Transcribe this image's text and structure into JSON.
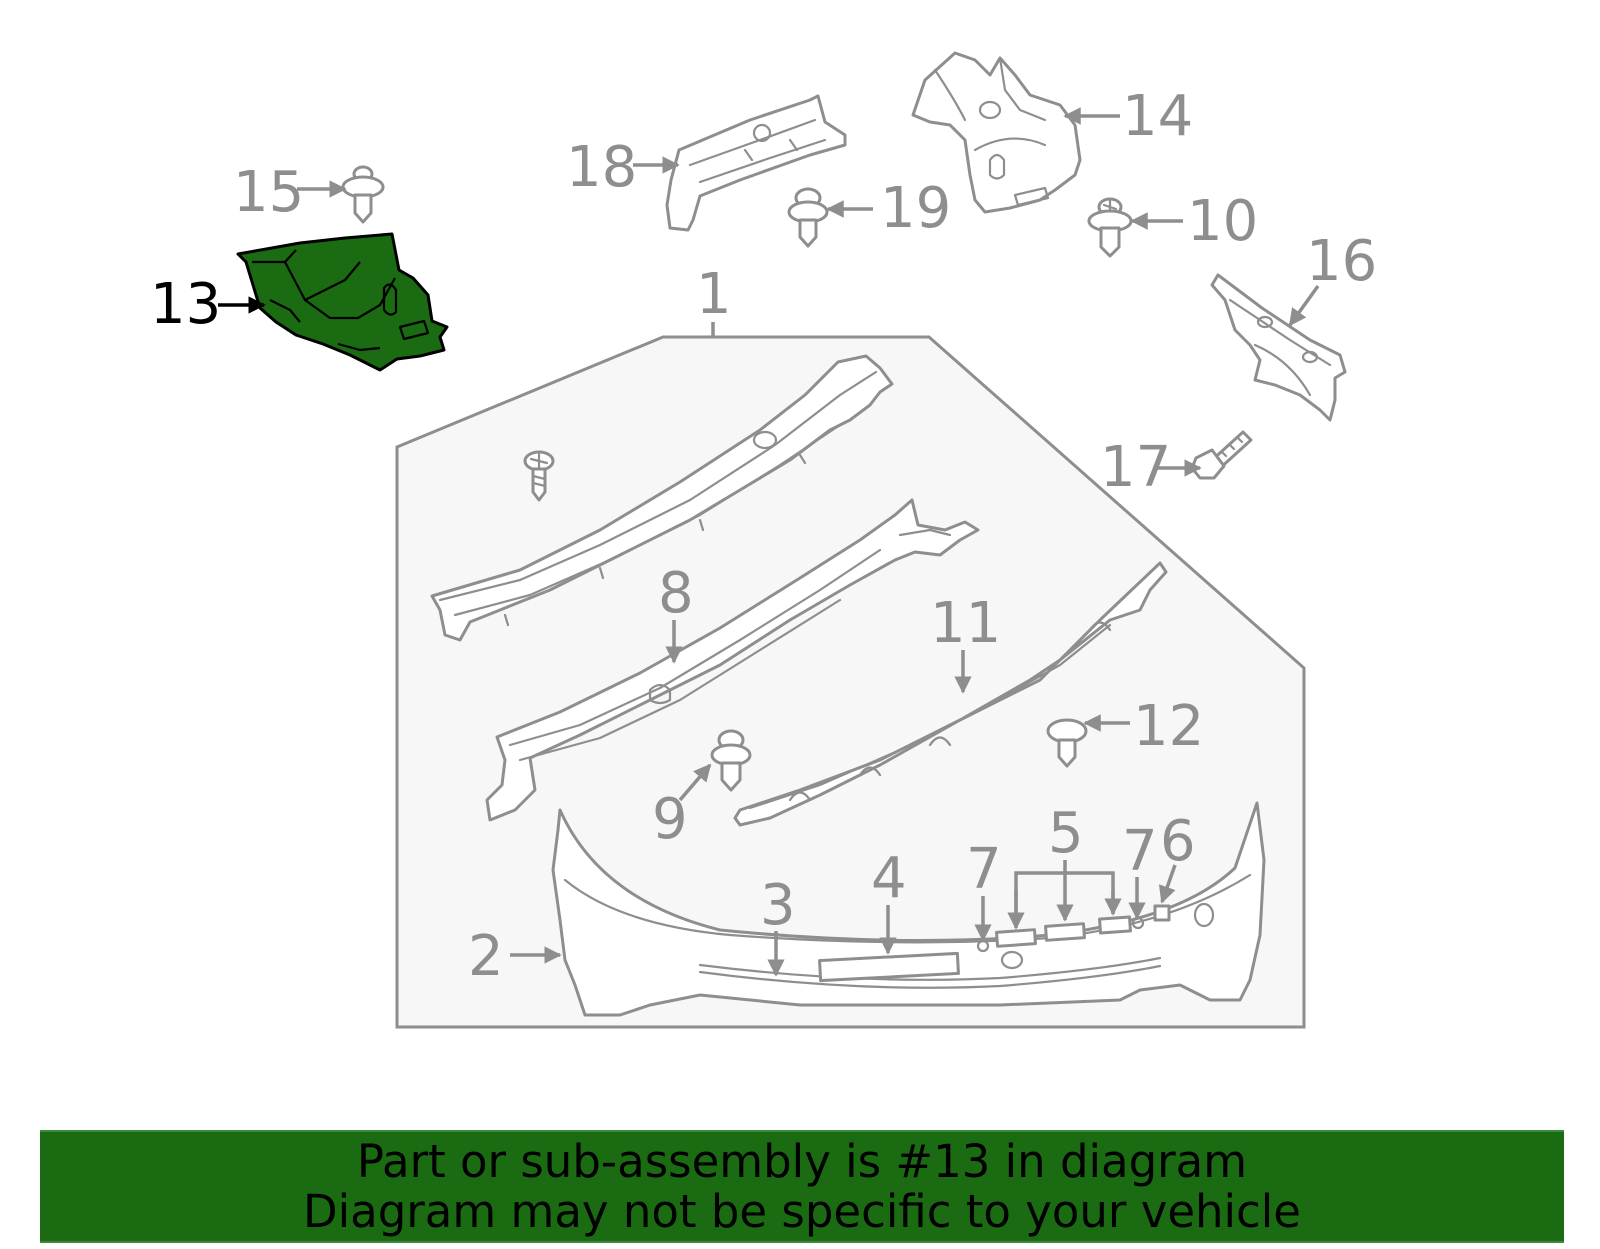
{
  "callouts": {
    "c1": "1",
    "c2": "2",
    "c3": "3",
    "c4": "4",
    "c5": "5",
    "c6": "6",
    "c7a": "7",
    "c7b": "7",
    "c8": "8",
    "c9": "9",
    "c10": "10",
    "c11": "11",
    "c12": "12",
    "c13": "13",
    "c14": "14",
    "c15": "15",
    "c16": "16",
    "c17": "17",
    "c18": "18",
    "c19": "19"
  },
  "highlighted_part": "13",
  "banner": {
    "line1": "Part or sub-assembly is #13 in diagram",
    "line2": "Diagram may not be specific to your vehicle"
  },
  "colors": {
    "highlight": "#1a6b12",
    "banner": "#1a6b12",
    "assembly_fill": "#f7f7f7",
    "line": "#8e8e8e"
  }
}
